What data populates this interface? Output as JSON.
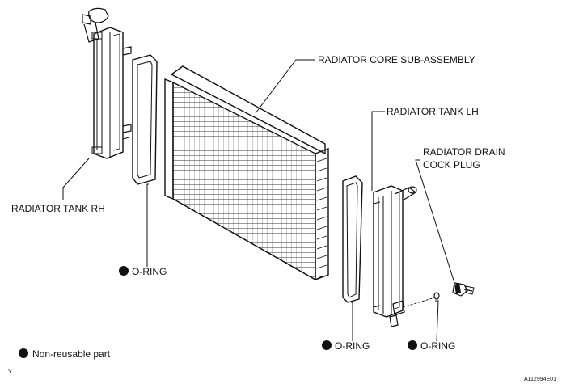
{
  "labels": {
    "radiator_core": "RADIATOR CORE SUB-ASSEMBLY",
    "radiator_tank_lh": "RADIATOR TANK LH",
    "drain_line1": "RADIATOR DRAIN",
    "drain_line2": "COCK PLUG",
    "radiator_tank_rh": "RADIATOR TANK RH",
    "o_ring": "O-RING",
    "legend": "Non-reusable part",
    "corner_letter": "Y",
    "figure_code": "A112994E01"
  }
}
